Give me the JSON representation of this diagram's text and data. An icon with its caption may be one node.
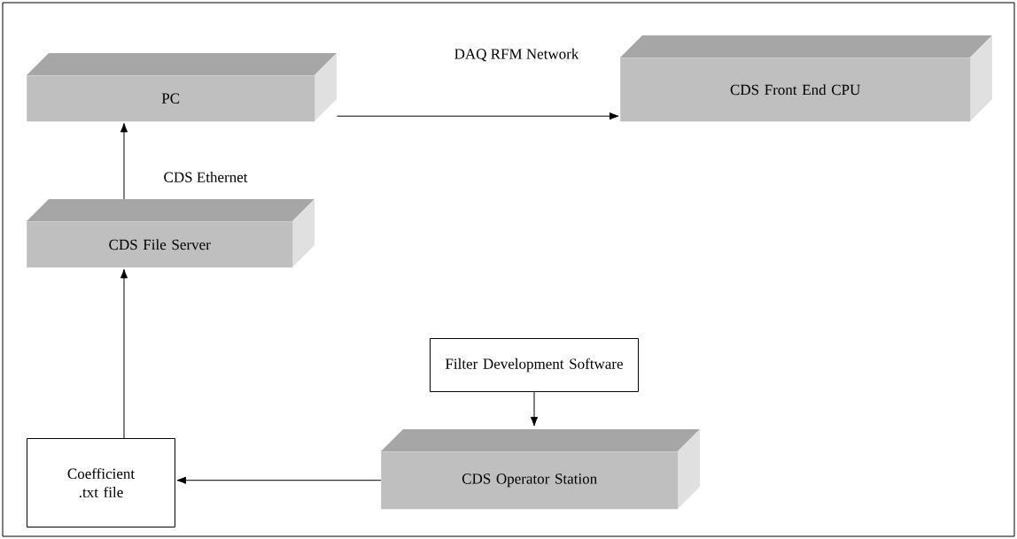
{
  "diagram": {
    "nodes": [
      {
        "text": [
          "PC"
        ]
      },
      {
        "text": [
          "CDS Front End CPU"
        ]
      },
      {
        "text": [
          "CDS File Server"
        ]
      },
      {
        "text": [
          "Filter Development Software"
        ]
      },
      {
        "text": [
          "Coefficient .txt file"
        ]
      },
      {
        "text": [
          "CDS Operator Station"
        ]
      }
    ],
    "edges": [
      {
        "from": 0,
        "to": 1,
        "arrow": "to",
        "label": "DAQ RFM Network"
      },
      {
        "from": 2,
        "to": 0,
        "arrow": "to",
        "label": "CDS Ethernet"
      },
      {
        "from": 4,
        "to": 2,
        "arrow": "to"
      },
      {
        "from": 3,
        "to": 5,
        "arrow": "to"
      },
      {
        "from": 5,
        "to": 4,
        "arrow": "to"
      }
    ]
  }
}
